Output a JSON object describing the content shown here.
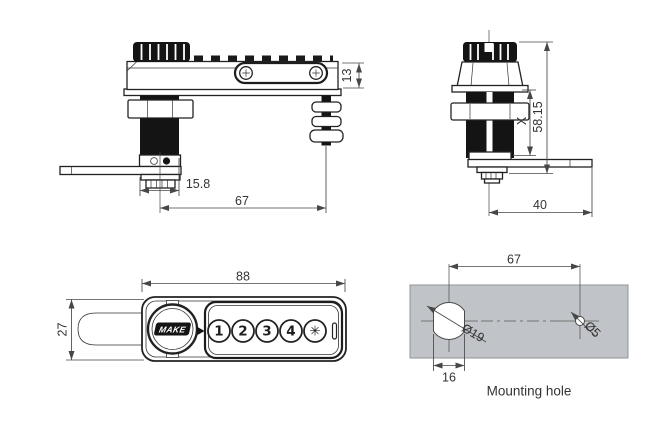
{
  "views": {
    "side": {
      "dims": {
        "body_height": "13",
        "cylinder_width": "15.8",
        "center_to_screw": "67"
      }
    },
    "cylinder_front": {
      "dims": {
        "grip_range": "X",
        "total_height": "58.15",
        "cam_length": "40"
      }
    },
    "face": {
      "logo": "MAKE",
      "buttons": [
        "1",
        "2",
        "3",
        "4",
        "✳"
      ],
      "dims": {
        "width": "88",
        "height": "27"
      }
    },
    "mounting": {
      "caption": "Mounting hole",
      "dims": {
        "hole_spacing": "67",
        "across_flats": "16"
      },
      "labels": {
        "main_hole_diameter": "Ø19",
        "screw_hole_diameter": "Ø5"
      }
    }
  },
  "colors": {
    "line": "#222222",
    "dim_line": "#474747",
    "text": "#333333",
    "panel_gray": "#c0c3c7",
    "black_fill": "#141414"
  }
}
